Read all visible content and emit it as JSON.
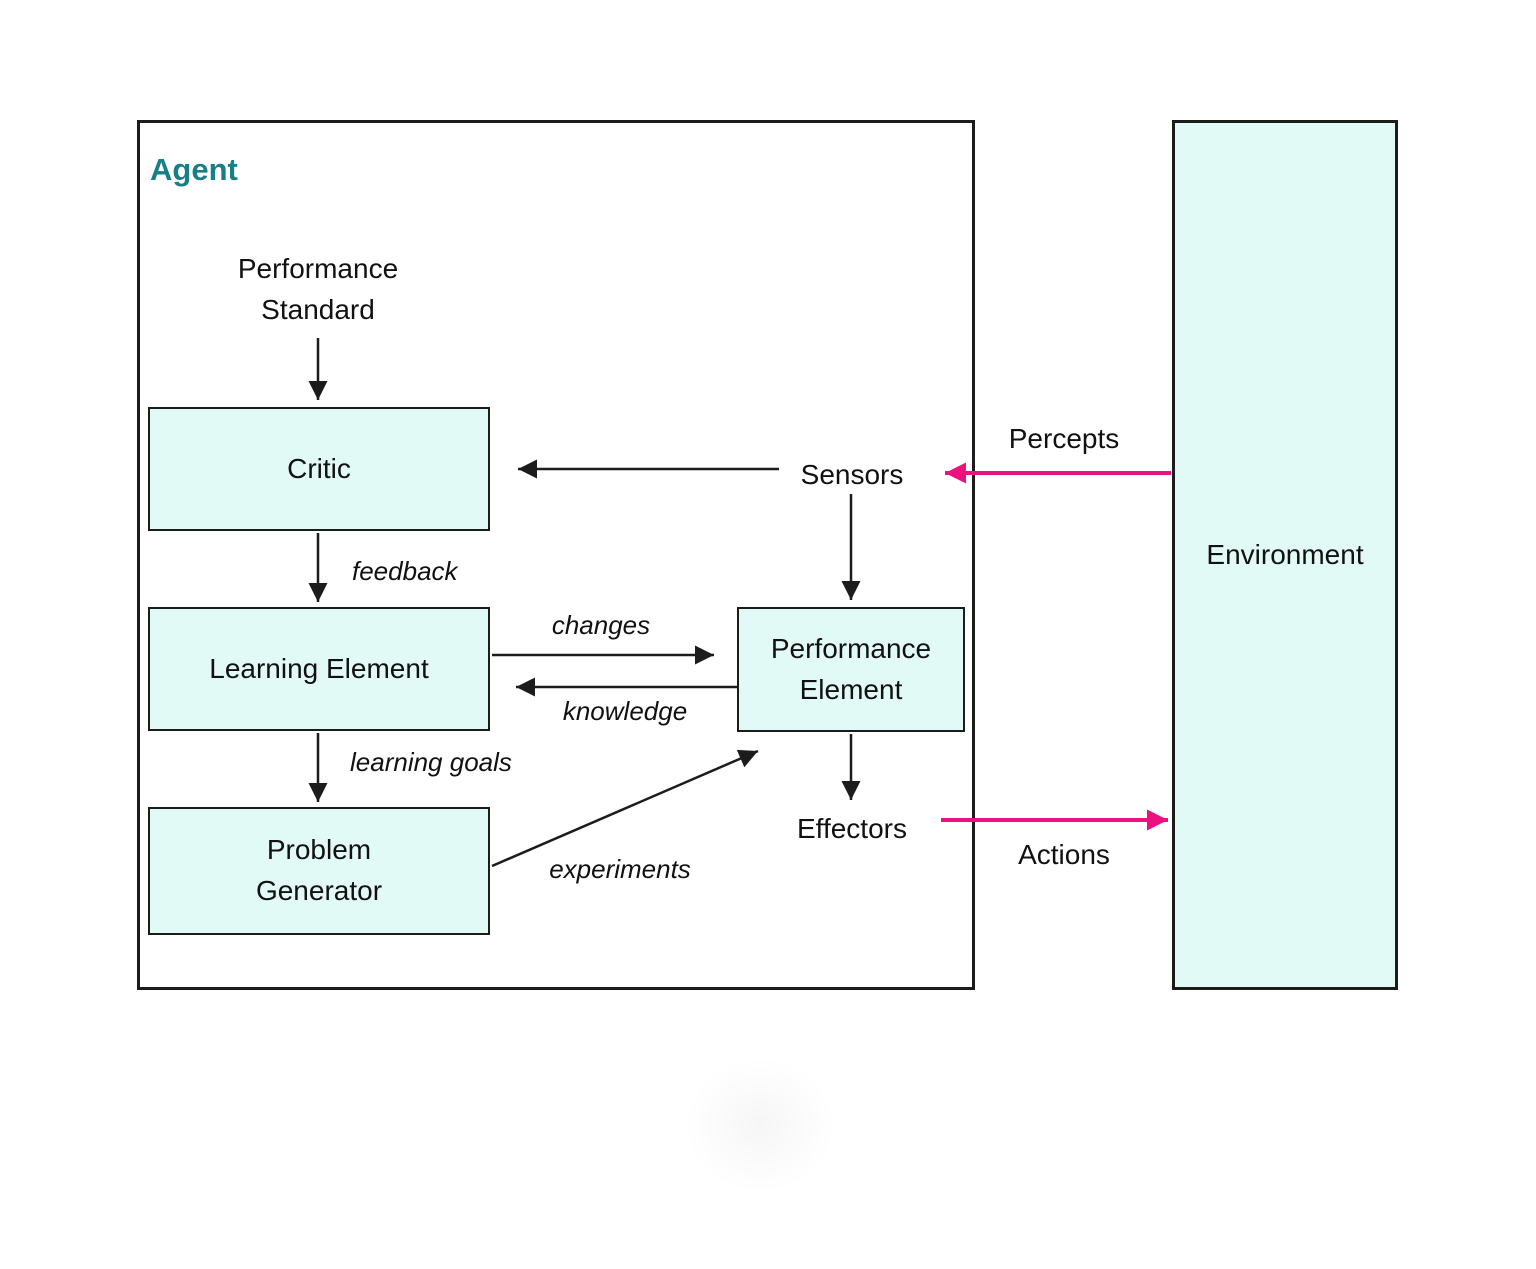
{
  "diagram": {
    "agent_label": "Agent",
    "environment_label": "Environment",
    "boxes": {
      "critic": "Critic",
      "learning_element": "Learning Element",
      "problem_generator": "Problem\nGenerator",
      "performance_element": "Performance\nElement"
    },
    "nodes": {
      "performance_standard": "Performance\nStandard",
      "sensors": "Sensors",
      "effectors": "Effectors"
    },
    "io_labels": {
      "percepts": "Percepts",
      "actions": "Actions"
    },
    "edge_labels": {
      "feedback": "feedback",
      "changes": "changes",
      "knowledge": "knowledge",
      "learning_goals": "learning goals",
      "experiments": "experiments"
    },
    "edges": [
      {
        "from": "performance_standard",
        "to": "critic",
        "label": "",
        "color": "black"
      },
      {
        "from": "sensors",
        "to": "critic",
        "label": "",
        "color": "black"
      },
      {
        "from": "critic",
        "to": "learning_element",
        "label": "feedback",
        "color": "black"
      },
      {
        "from": "learning_element",
        "to": "performance_element",
        "label": "changes",
        "color": "black"
      },
      {
        "from": "performance_element",
        "to": "learning_element",
        "label": "knowledge",
        "color": "black"
      },
      {
        "from": "learning_element",
        "to": "problem_generator",
        "label": "learning goals",
        "color": "black"
      },
      {
        "from": "problem_generator",
        "to": "performance_element",
        "label": "experiments",
        "color": "black"
      },
      {
        "from": "sensors",
        "to": "performance_element",
        "label": "",
        "color": "black"
      },
      {
        "from": "performance_element",
        "to": "effectors",
        "label": "",
        "color": "black"
      },
      {
        "from": "environment",
        "to": "sensors",
        "label": "Percepts",
        "color": "pink"
      },
      {
        "from": "effectors",
        "to": "environment",
        "label": "Actions",
        "color": "pink"
      }
    ],
    "colors": {
      "agent_title": "#177f85",
      "box_fill": "#e1faf6",
      "line_black": "#1c1c1c",
      "line_pink": "#ed117f",
      "text": "#111111",
      "background": "#ffffff"
    }
  }
}
